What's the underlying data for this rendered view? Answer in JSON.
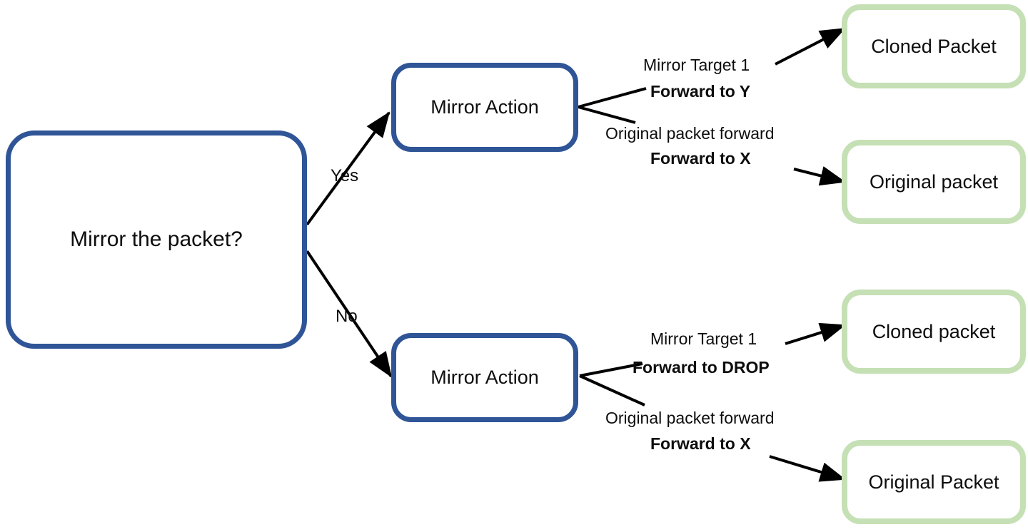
{
  "diagram": {
    "type": "flowchart",
    "title": "Packet mirroring decision flow",
    "colors": {
      "decision_border": "#2F5597",
      "action_border": "#2F5597",
      "result_border": "#C5E0B4",
      "text": "#0D0D0D",
      "background": "#FFFFFF",
      "connector": "#000000"
    },
    "nodes": {
      "decision": {
        "label": "Mirror the packet?"
      },
      "action_yes": {
        "label": "Mirror Action"
      },
      "action_no": {
        "label": "Mirror Action"
      },
      "result_cloned_top": {
        "label": "Cloned Packet"
      },
      "result_original_top": {
        "label": "Original packet"
      },
      "result_cloned_bottom": {
        "label": "Cloned packet"
      },
      "result_original_bottom": {
        "label": "Original Packet"
      }
    },
    "edges": {
      "yes": {
        "label": "Yes"
      },
      "no": {
        "label": "No"
      },
      "top_mirror_target": {
        "label": "Mirror Target 1"
      },
      "top_mirror_forward": {
        "label": "Forward to Y"
      },
      "top_original_label": {
        "label": "Original packet forward"
      },
      "top_original_forward": {
        "label": "Forward to X"
      },
      "bottom_mirror_target": {
        "label": "Mirror Target 1"
      },
      "bottom_mirror_forward": {
        "label": "Forward to DROP"
      },
      "bottom_original_label": {
        "label": "Original packet forward"
      },
      "bottom_original_forward": {
        "label": "Forward to X"
      }
    }
  }
}
